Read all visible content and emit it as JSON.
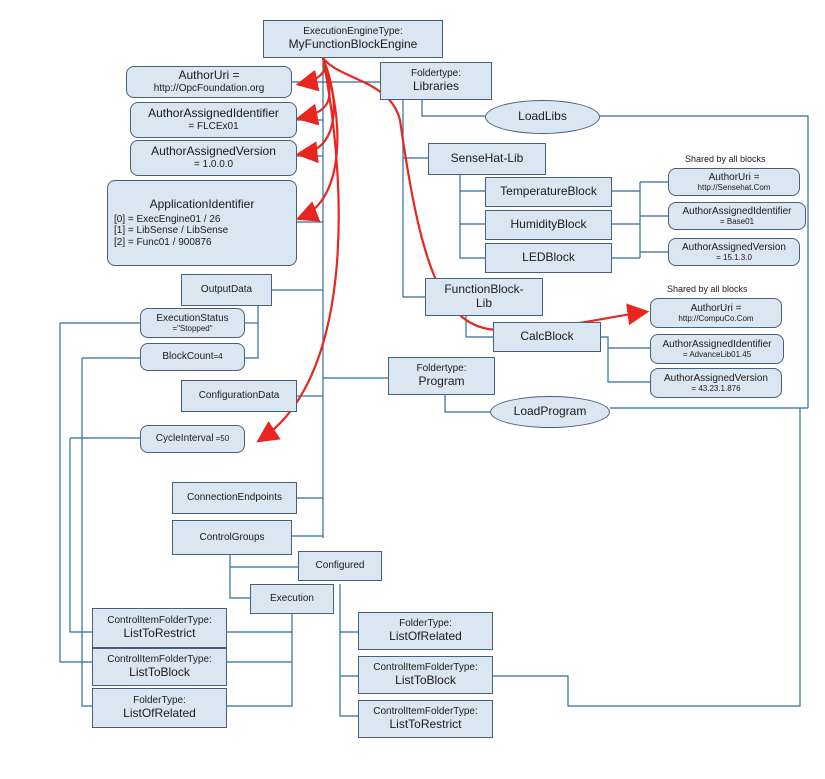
{
  "engine": {
    "type": "ExecutionEngineType:",
    "name": "MyFunctionBlockEngine"
  },
  "engine_props": {
    "author_uri": {
      "label": "AuthorUri =",
      "value": "http://OpcFoundation.org"
    },
    "author_id": {
      "label": "AuthorAssignedIdentifier",
      "value": "= FLCEx01"
    },
    "author_version": {
      "label": "AuthorAssignedVersion",
      "value": "= 1.0.0.0"
    },
    "app_id": {
      "label": "ApplicationIdentifier",
      "lines": [
        "[0] = ExecEngine01 / 26",
        "[1] = LibSense / LibSense",
        "[2] = Func01 / 900876"
      ]
    }
  },
  "libraries": {
    "type": "Foldertype:",
    "name": "Libraries"
  },
  "load_libs": "LoadLibs",
  "sensehat": {
    "name": "SenseHat-Lib",
    "blocks": [
      "TemperatureBlock",
      "HumidityBlock",
      "LEDBlock"
    ]
  },
  "shared_note_1": "Shared by all blocks",
  "sensehat_props": [
    {
      "label": "AuthorUri =",
      "value": "http://Sensehat.Com"
    },
    {
      "label": "AuthorAssignedIdentifier",
      "value": "= Base01"
    },
    {
      "label": "AuthorAssignedVersion",
      "value": "= 15.1.3.0"
    }
  ],
  "fblib": {
    "name": "FunctionBlock-Lib",
    "block": "CalcBlock"
  },
  "shared_note_2": "Shared by all blocks",
  "fblib_props": [
    {
      "label": "AuthorUri =",
      "value": "http://CompuCo.Com"
    },
    {
      "label": "AuthorAssignedIdentifier",
      "value": "= AdvanceLib01.45"
    },
    {
      "label": "AuthorAssignedVersion",
      "value": "= 43.23.1.876"
    }
  ],
  "program": {
    "type": "Foldertype:",
    "name": "Program"
  },
  "load_program": "LoadProgram",
  "output_data": "OutputData",
  "execution_status": {
    "label": "ExecutionStatus",
    "value": "=\"Stopped\""
  },
  "block_count": {
    "label": "BlockCount",
    "value": "=4"
  },
  "configuration_data": "ConfigurationData",
  "cycle_interval": {
    "label": "CycleInterval",
    "value": "=50"
  },
  "connection_endpoints": "ConnectionEndpoints",
  "control_groups": "ControlGroups",
  "configured": "Configured",
  "execution": "Execution",
  "exec_children": [
    {
      "type": "ControlItemFolderType:",
      "name": "ListToRestrict"
    },
    {
      "type": "ControlItemFolderType:",
      "name": "ListToBlock"
    },
    {
      "type": "FolderType:",
      "name": "ListOfRelated"
    }
  ],
  "config_children": [
    {
      "type": "FolderType:",
      "name": "ListOfRelated"
    },
    {
      "type": "ControlItemFolderType:",
      "name": "ListToBlock"
    },
    {
      "type": "ControlItemFolderType:",
      "name": "ListToRestrict"
    }
  ],
  "colors": {
    "node_fill": "#dbe6f3",
    "node_border": "#4a5f7a",
    "wire": "#2e6e9e",
    "reference": "#e8261f"
  }
}
